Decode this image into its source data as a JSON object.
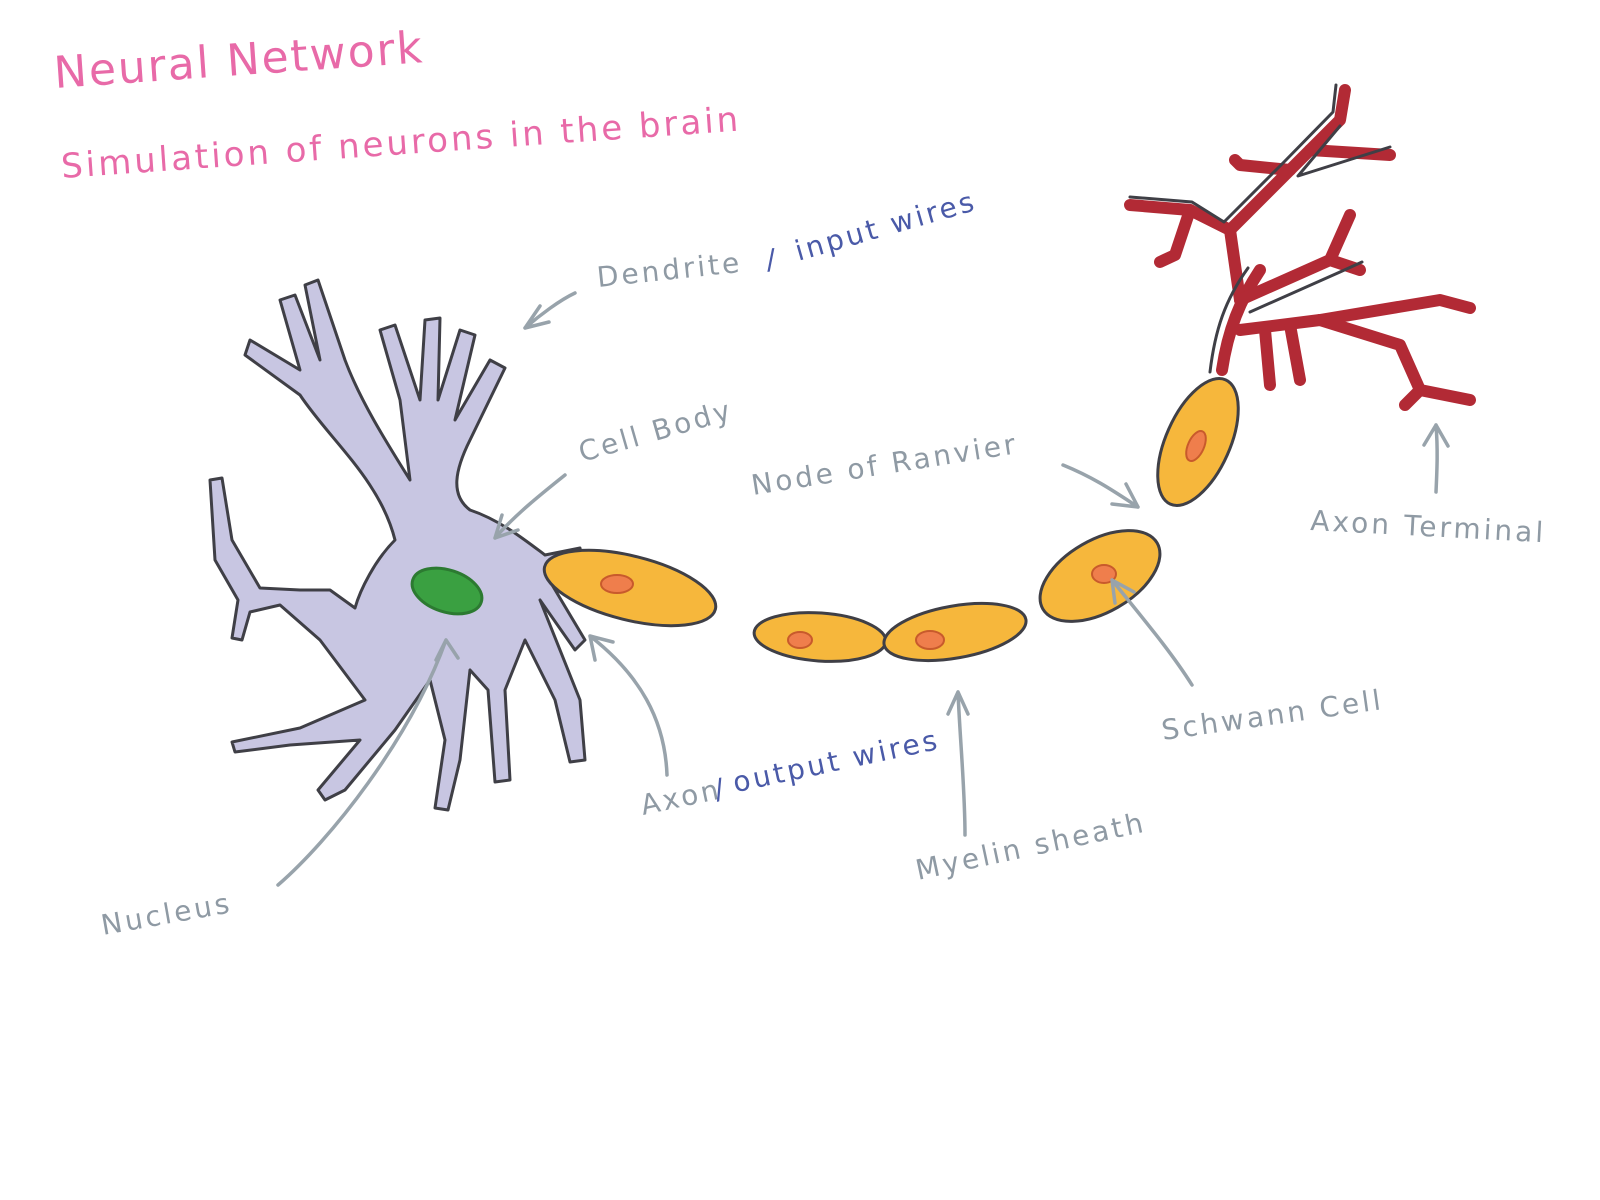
{
  "title": "Neural Network",
  "subtitle": "Simulation of neurons in the brain",
  "labels": {
    "dendrite": "Dendrite",
    "dendrite_sep": "/",
    "dendrite_note": "input wires",
    "cell_body": "Cell Body",
    "node_of_ranvier": "Node of Ranvier",
    "axon_terminal": "Axon Terminal",
    "axon": "Axon",
    "axon_sep": "/",
    "axon_note": "output wires",
    "myelin_sheath": "Myelin sheath",
    "schwann_cell": "Schwann Cell",
    "nucleus": "Nucleus"
  },
  "colors": {
    "title": "#e86aa8",
    "label": "#8f9aa4",
    "note": "#4a5aa8",
    "cell_body": "#c8c6e2",
    "nucleus": "#3aa041",
    "myelin": "#f6b73c",
    "schwann_nucleus": "#ef7e4c",
    "terminal": "#b22a35"
  }
}
